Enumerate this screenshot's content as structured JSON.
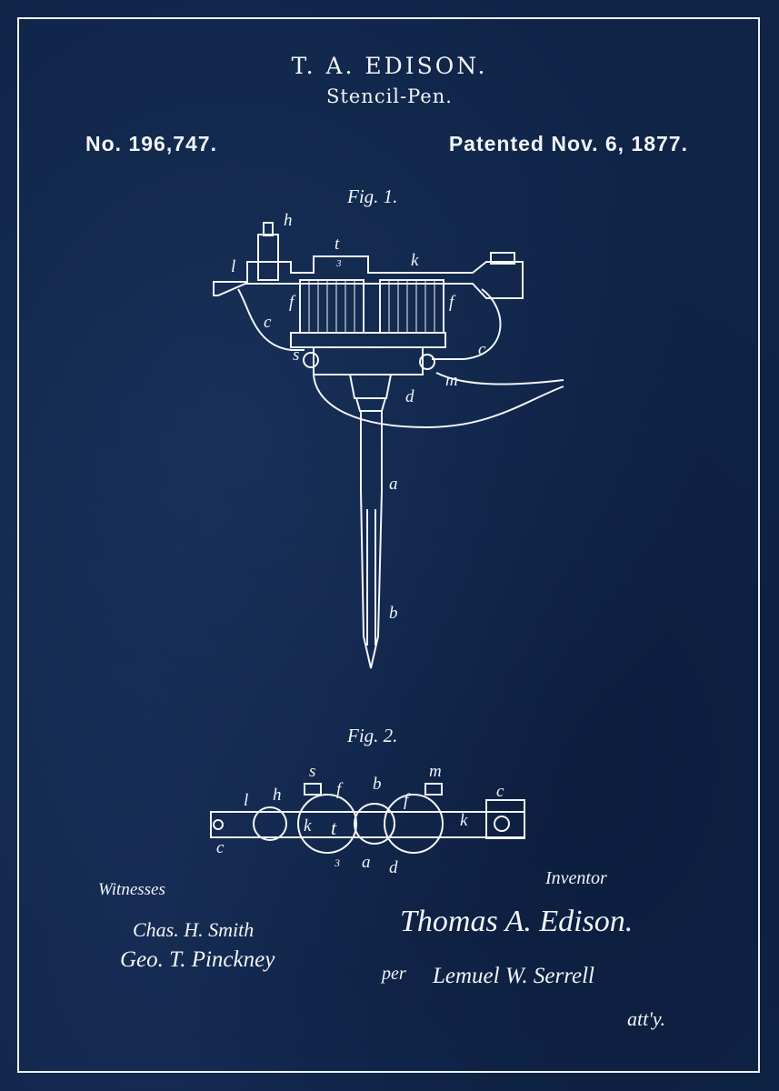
{
  "header": {
    "title": "T. A. EDISON.",
    "subtitle": "Stencil-Pen.",
    "patent_number": "No. 196,747.",
    "patent_date": "Patented Nov. 6, 1877."
  },
  "figures": {
    "fig1_label": "Fig. 1.",
    "fig2_label": "Fig. 2."
  },
  "fig1_labels": {
    "h": "h",
    "t": "t",
    "k": "k",
    "l": "l",
    "f1": "f",
    "f2": "f",
    "c1": "c",
    "c2": "c",
    "s": "s",
    "m": "m",
    "d": "d",
    "a": "a",
    "b": "b",
    "three": "3"
  },
  "fig2_labels": {
    "s": "s",
    "b": "b",
    "m": "m",
    "l": "l",
    "h": "h",
    "f1": "f",
    "f2": "f",
    "c1": "c",
    "c2": "c",
    "k1": "k",
    "k2": "k",
    "t": "t",
    "three": "3",
    "a": "a",
    "d": "d"
  },
  "signatures": {
    "witnesses_label": "Witnesses",
    "witness_1": "Chas. H. Smith",
    "witness_2": "Geo. T. Pinckney",
    "inventor_heading": "Inventor",
    "inventor_name": "Thomas A. Edison.",
    "attorney_prefix": "per",
    "attorney_name": "Lemuel W. Serrell",
    "attorney_suffix": "att'y."
  },
  "colors": {
    "background": "#0f2447",
    "ink": "#f2f4f8"
  }
}
